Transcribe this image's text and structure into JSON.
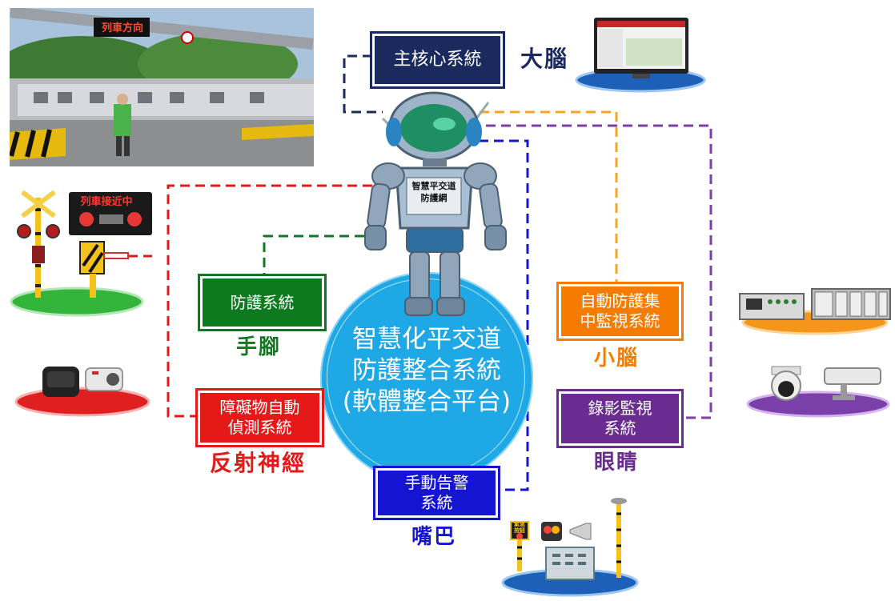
{
  "center": {
    "line1": "智慧化平交道",
    "line2": "防護整合系統",
    "line3": "(軟體整合平台)"
  },
  "robot": {
    "chest_line1": "智慧平交道",
    "chest_line2": "防護網"
  },
  "modules": [
    {
      "key": "core",
      "line1": "主核心系統",
      "line2": "",
      "role": "大腦",
      "color": "#1b2a5e"
    },
    {
      "key": "protection",
      "line1": "防護系統",
      "line2": "",
      "role": "手腳",
      "color": "#0e7a1f"
    },
    {
      "key": "obstacle",
      "line1": "障礙物自動",
      "line2": "偵測系統",
      "role": "反射神經",
      "color": "#e61919"
    },
    {
      "key": "auto-monitor",
      "line1": "自動防護集",
      "line2": "中監視系統",
      "role": "小腦",
      "color": "#f57c00"
    },
    {
      "key": "cctv",
      "line1": "錄影監視",
      "line2": "系統",
      "role": "眼睛",
      "color": "#6a2c91"
    },
    {
      "key": "manual-alarm",
      "line1": "手動告警",
      "line2": "系統",
      "role": "嘴巴",
      "color": "#1414d2"
    }
  ],
  "photo_sign": "列車方向",
  "warning_sign": "列車接近中",
  "emergency_sign_line1": "緊急",
  "emergency_sign_line2": "按鈕"
}
